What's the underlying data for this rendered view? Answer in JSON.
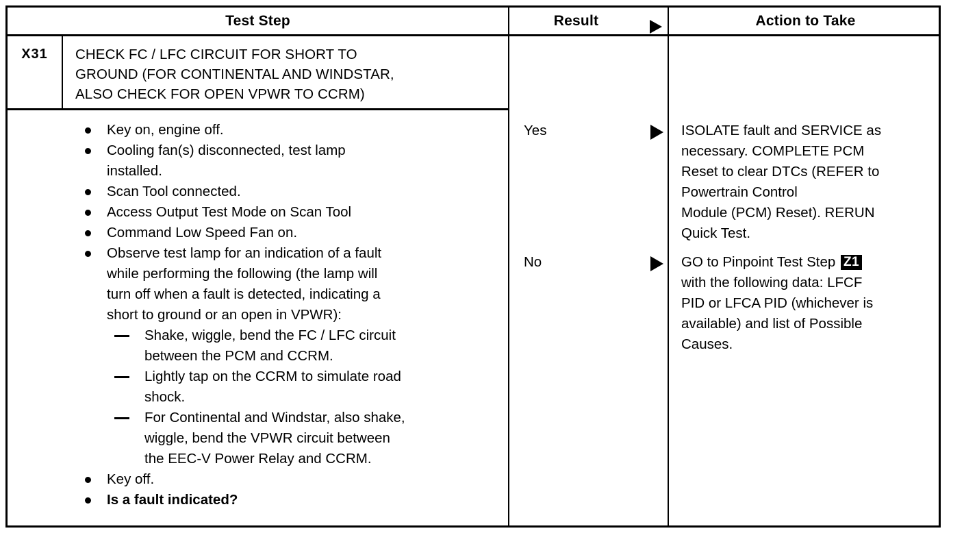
{
  "table": {
    "headers": {
      "test_step": "Test Step",
      "result": "Result",
      "action": "Action to Take",
      "result_arrow_icon": "triangle-right-icon"
    },
    "step_id": "X31",
    "step_title_lines": [
      "CHECK FC / LFC CIRCUIT FOR SHORT TO",
      "GROUND (FOR CONTINENTAL AND WINDSTAR,",
      "ALSO CHECK FOR OPEN VPWR TO CCRM)"
    ],
    "procedure": [
      {
        "type": "bullet",
        "bold": false,
        "lines": [
          "Key on, engine off."
        ]
      },
      {
        "type": "bullet",
        "bold": false,
        "lines": [
          "Cooling fan(s) disconnected, test lamp",
          "installed."
        ]
      },
      {
        "type": "bullet",
        "bold": false,
        "lines": [
          "Scan Tool connected."
        ]
      },
      {
        "type": "bullet",
        "bold": false,
        "lines": [
          "Access Output Test Mode on Scan Tool"
        ]
      },
      {
        "type": "bullet",
        "bold": false,
        "lines": [
          "Command Low Speed Fan on."
        ]
      },
      {
        "type": "bullet",
        "bold": false,
        "lines": [
          "Observe test lamp for an indication of a fault",
          "while performing the following (the lamp will",
          "turn off when a fault is detected, indicating a",
          "short to ground or an open in VPWR):"
        ]
      },
      {
        "type": "dash",
        "bold": false,
        "lines": [
          "Shake, wiggle, bend the FC / LFC circuit",
          "between the PCM and CCRM."
        ]
      },
      {
        "type": "dash",
        "bold": false,
        "lines": [
          "Lightly tap on the CCRM to simulate road",
          "shock."
        ]
      },
      {
        "type": "dash",
        "bold": false,
        "lines": [
          "For Continental and Windstar, also shake,",
          "wiggle, bend the VPWR circuit between",
          "the EEC-V Power Relay and CCRM."
        ]
      },
      {
        "type": "bullet",
        "bold": false,
        "lines": [
          "Key off."
        ]
      },
      {
        "type": "bullet",
        "bold": true,
        "lines": [
          "Is a fault indicated?"
        ]
      }
    ],
    "rows": [
      {
        "result": "Yes",
        "arrow_icon": "triangle-right-icon",
        "action_lines": [
          "ISOLATE fault and SERVICE as",
          "necessary. COMPLETE PCM",
          "Reset to clear DTCs (REFER to",
          "Powertrain Control",
          "Module (PCM) Reset). RERUN",
          "Quick Test."
        ],
        "badge": null
      },
      {
        "result": "No",
        "arrow_icon": "triangle-right-icon",
        "action_lines": [
          "GO to Pinpoint Test Step ",
          "with the following data: LFCF",
          "PID or LFCA PID (whichever is",
          "available) and list of Possible",
          "Causes."
        ],
        "badge": "Z1"
      }
    ]
  },
  "colors": {
    "ink": "#000000",
    "paper": "#ffffff"
  }
}
